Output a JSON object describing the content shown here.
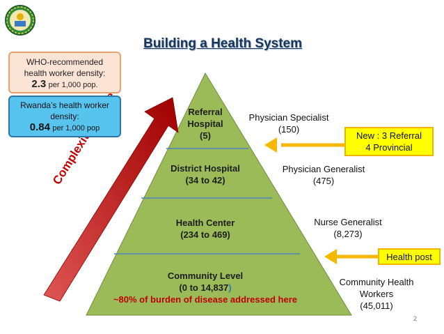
{
  "title": "Building a Health System",
  "who_box": {
    "line1": "WHO-recommended",
    "line2": "health worker density:",
    "value": "2.3",
    "unit": "per 1,000 pop."
  },
  "rwanda_box": {
    "line1": "Rwanda’s health worker",
    "line2": "density:",
    "value": "0.84",
    "unit": "per 1,000 pop"
  },
  "arrow_label": "Complexity of care",
  "tiers": {
    "referral": {
      "line1": "Referral",
      "line2": "Hospital",
      "count": "(5)"
    },
    "district": {
      "line1": "District Hospital",
      "count": "(34 to 42)"
    },
    "health_center": {
      "line1": "Health Center",
      "count": "(234 to 469)"
    },
    "community": {
      "line1": "Community Level",
      "count": "(0 to 14,837",
      "count_close": ")",
      "burden": "~80% of burden of disease addressed here"
    }
  },
  "staff": {
    "specialist": {
      "name": "Physician Specialist",
      "count": "(150)"
    },
    "generalist": {
      "name": "Physician Generalist",
      "count": "(475)"
    },
    "nurse": {
      "name": "Nurse Generalist",
      "count": "(8,273)"
    },
    "chw": {
      "line1": "Community Health",
      "line2": "Workers",
      "count": "(45,011)"
    }
  },
  "notes": {
    "referral_note": {
      "line1": "New : 3 Referral",
      "line2": "4 Provincial"
    },
    "health_post": "Health post"
  },
  "page_number": "2",
  "colors": {
    "pyramid_fill": "#9bbb59",
    "pyramid_divider": "#4f81bd",
    "arrow_red": "#c00000",
    "note_yellow": "#ffff00",
    "note_arrow": "#f5b800",
    "title": "#17365d"
  }
}
